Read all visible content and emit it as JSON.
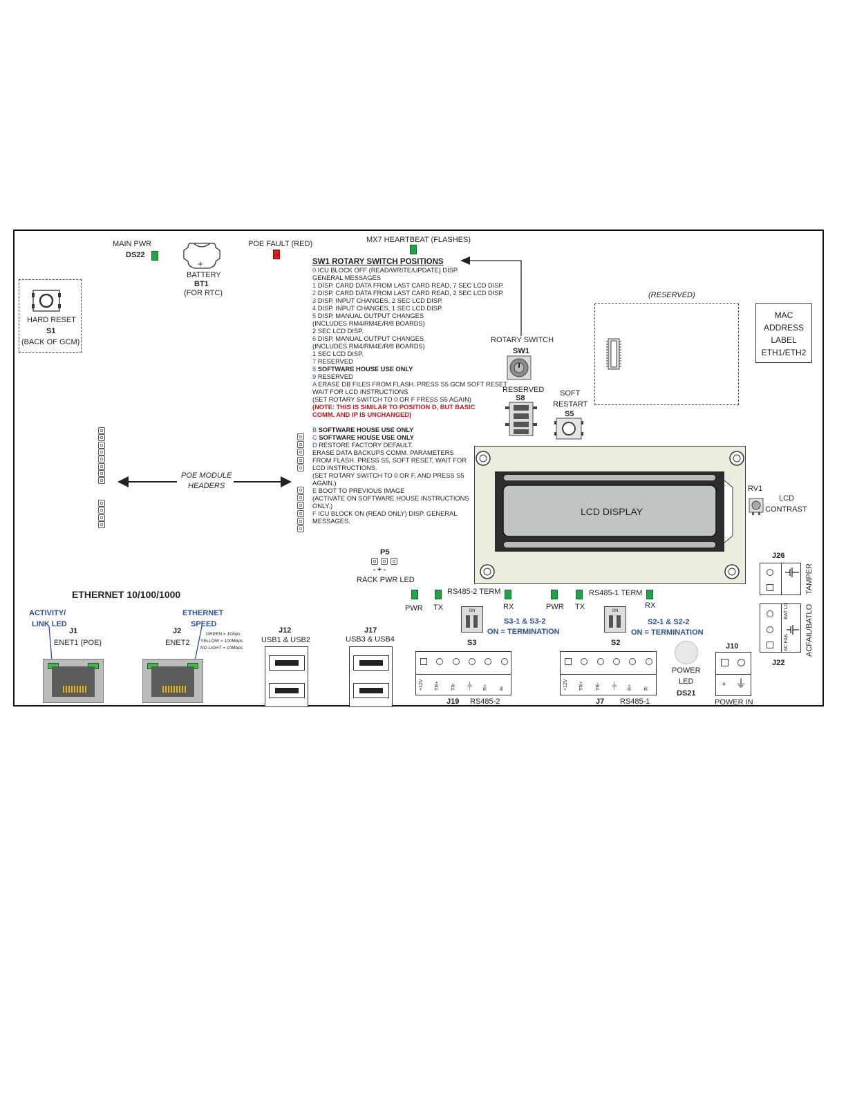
{
  "main_pwr": {
    "label": "MAIN PWR",
    "ref": "DS22"
  },
  "battery": {
    "label": "BATTERY",
    "ref": "BT1",
    "note": "(FOR RTC)",
    "plus": "+"
  },
  "poe_fault": {
    "label": "POE FAULT (RED)"
  },
  "heartbeat": {
    "label": "MX7 HEARTBEAT (FLASHES)"
  },
  "hard_reset": {
    "label": "HARD RESET",
    "ref": "S1",
    "note": "(BACK OF GCM)"
  },
  "sw1_positions": {
    "title": "SW1 ROTARY SWITCH POSITIONS",
    "lines": [
      {
        "key": "0",
        "text": "ICU BLOCK OFF (READ/WRITE/UPDATE) DISP."
      },
      {
        "key": "",
        "text": "GENERAL MESSAGES"
      },
      {
        "key": "1",
        "text": "DISP. CARD DATA FROM LAST CARD READ, 7 SEC LCD DISP."
      },
      {
        "key": "2",
        "text": "DISP. CARD DATA FROM LAST CARD READ, 2 SEC LCD DISP."
      },
      {
        "key": "3",
        "text": "DISP. INPUT CHANGES, 2 SEC LCD DISP."
      },
      {
        "key": "4",
        "text": "DISP. INPUT CHANGES, 1 SEC LCD DISP."
      },
      {
        "key": "5",
        "text": "DISP. MANUAL OUTPUT CHANGES"
      },
      {
        "key": "",
        "text": " (INCLUDES RM4/RM4E/R/8 BOARDS)"
      },
      {
        "key": "",
        "text": " 2 SEC LCD DISP."
      },
      {
        "key": "6",
        "text": "DISP. MANUAL OUTPUT CHANGES"
      },
      {
        "key": "",
        "text": " (INCLUDES RM4/RM4E/R/8 BOARDS)"
      },
      {
        "key": "",
        "text": " 1 SEC LCD DISP."
      },
      {
        "key": "7",
        "text": "RESERVED"
      },
      {
        "key": "8",
        "text": "SOFTWARE HOUSE USE ONLY",
        "bold": true
      },
      {
        "key": "9",
        "text": "RESERVED"
      },
      {
        "key": "A",
        "text": "ERASE DB FILES FROM FLASH. PRESS S5 GCM SOFT RESET"
      },
      {
        "key": "",
        "text": " WAIT FOR LCD INSTRUCTIONS"
      },
      {
        "key": "",
        "text": " (SET ROTARY SWITCH TO 0 OR F FRESS S5 AGAIN)"
      },
      {
        "key": "",
        "text": " (NOTE: THIS IS SIMILAR TO POSITION D, BUT BASIC",
        "red": true
      },
      {
        "key": "",
        "text": "COMM. AND IP IS UNCHANGED)",
        "red": true
      },
      {
        "key": "",
        "text": ""
      },
      {
        "key": "B",
        "text": "SOFTWARE HOUSE USE ONLY",
        "bold": true
      },
      {
        "key": "C",
        "text": "SOFTWARE HOUSE USE ONLY",
        "bold": true
      },
      {
        "key": "D",
        "text": "RESTORE FACTORY DEFAULT."
      },
      {
        "key": "",
        "text": " ERASE DATA BACKUPS COMM. PARAMETERS"
      },
      {
        "key": "",
        "text": " FROM FLASH. PRESS S5, SOFT RESET, WAIT FOR"
      },
      {
        "key": "",
        "text": " LCD INSTRUCTIONS."
      },
      {
        "key": "",
        "text": " (SET ROTARY SWITCH TO 0 OR F, AND PRESS S5"
      },
      {
        "key": "",
        "text": " AGAIN.)"
      },
      {
        "key": "E",
        "text": "BOOT TO PREVIOUS IMAGE"
      },
      {
        "key": "",
        "text": " (ACTIVATE ON SOFTWARE HOUSE INSTRUCTIONS"
      },
      {
        "key": "",
        "text": " ONLY.)"
      },
      {
        "key": "F",
        "text": "ICU BLOCK ON (READ ONLY) DISP. GENERAL"
      },
      {
        "key": "",
        "text": "  MESSAGES."
      }
    ]
  },
  "rotary_switch": {
    "label": "ROTARY SWITCH",
    "ref": "SW1"
  },
  "reserved_s8": {
    "label": "RESERVED",
    "ref": "S8"
  },
  "soft_restart": {
    "label1": "SOFT",
    "label2": "RESTART",
    "ref": "S5"
  },
  "reserved_area": {
    "label": "(RESERVED)"
  },
  "mac_label": {
    "lines": [
      "MAC",
      "ADDRESS",
      "LABEL",
      "ETH1/ETH2"
    ]
  },
  "poe_headers": {
    "line1": "POE MODULE",
    "line2": "HEADERS"
  },
  "lcd": {
    "label": "LCD DISPLAY"
  },
  "rv1": {
    "ref": "RV1",
    "label1": "LCD",
    "label2": "CONTRAST"
  },
  "p5": {
    "ref": "P5",
    "pins": "- + -",
    "label": "RACK PWR LED"
  },
  "ethernet": {
    "title": "ETHERNET 10/100/1000"
  },
  "j1": {
    "annot1": "ACTIVITY/",
    "annot2": "LINK LED",
    "ref": "J1",
    "label": "ENET1 (POE)"
  },
  "j2": {
    "annot1": "ETHERNET",
    "annot2": "SPEED",
    "ref": "J2",
    "label": "ENET2",
    "speeds": [
      "GREEN = 1Gbps",
      "YELLOW = 100Mbps",
      "NO LIGHT = 10Mbps"
    ]
  },
  "j12": {
    "ref": "J12",
    "label": "USB1 & USB2"
  },
  "j17": {
    "ref": "J17",
    "label": "USB3 & USB4"
  },
  "rs485_2": {
    "term": "RS485-2 TERM",
    "pwr": "PWR",
    "tx": "TX",
    "rx": "RX",
    "switch_ref": "S3",
    "note1": "S3-1 & S3-2",
    "note2": "ON = TERMINATION",
    "conn_ref": "J19",
    "conn_label": "RS485-2"
  },
  "rs485_1": {
    "term": "RS485-1 TERM",
    "pwr": "PWR",
    "tx": "TX",
    "rx": "RX",
    "switch_ref": "S2",
    "note1": "S2-1 & S2-2",
    "note2": "ON = TERMINATION",
    "conn_ref": "J7",
    "conn_label": "RS485-1"
  },
  "terminal_pins": [
    "+12V",
    "TR+",
    "TR-",
    "⊣|⊢",
    "R+",
    "R-"
  ],
  "power_led": {
    "label1": "POWER",
    "label2": "LED",
    "ref": "DS21"
  },
  "j10": {
    "ref": "J10",
    "label": "POWER IN",
    "plus": "+",
    "ground": "⏚"
  },
  "j26": {
    "ref": "J26",
    "side": "TAMPER"
  },
  "j22": {
    "ref": "J22",
    "side": "ACFAIL/BATLO",
    "bat": "BAT LO",
    "ac": "AC FAIL"
  },
  "switch_on": "ON"
}
